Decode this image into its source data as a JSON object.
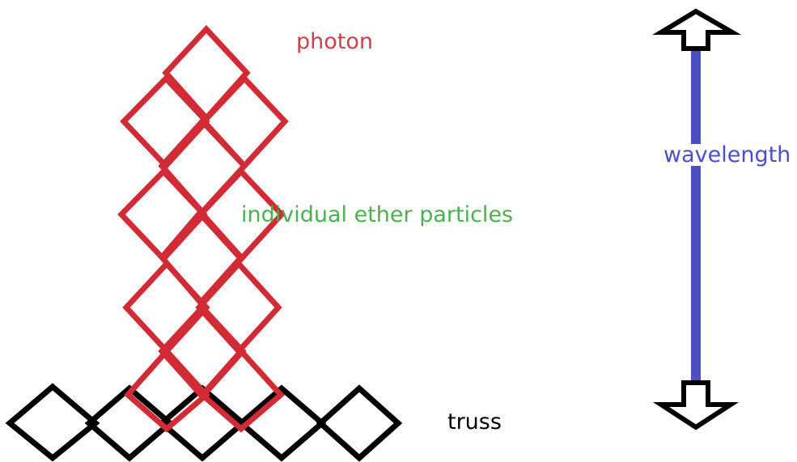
{
  "labels": {
    "photon": "photon",
    "ether_particles": "individual ether particles",
    "truss": "truss",
    "wavelength": "wavelength"
  },
  "colors": {
    "photon": "#d12b35",
    "photon_label": "#c9424a",
    "ether_label": "#4caf50",
    "truss": "#000000",
    "wavelength_bar": "#4a4fc4",
    "wavelength_label": "#4a4fc4",
    "arrows": "#000000"
  }
}
